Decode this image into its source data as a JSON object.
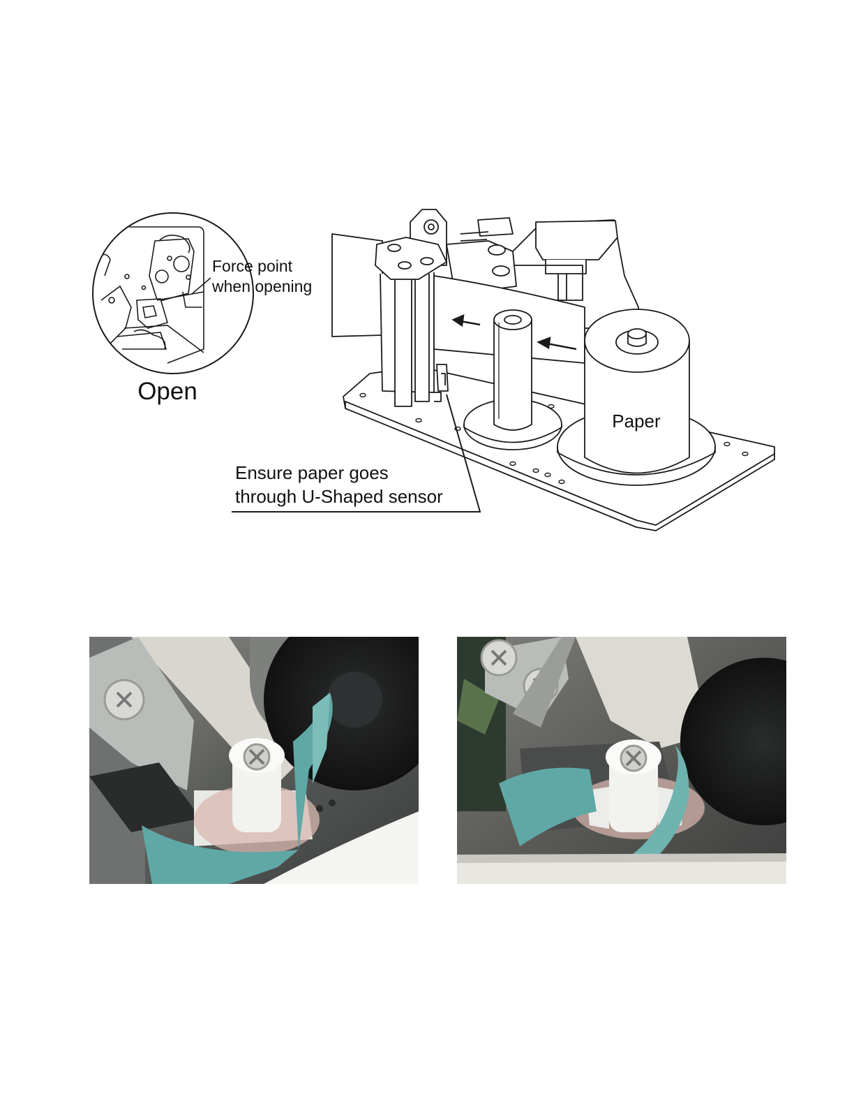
{
  "diagram": {
    "inset_label": "Open",
    "force_point_line1": "Force point",
    "force_point_line2": "when opening",
    "paper_label": "Paper",
    "sensor_note_line1": "Ensure paper goes",
    "sensor_note_line2": "through U-Shaped sensor"
  },
  "colors": {
    "line": "#1a1a1a",
    "paper_photo": "#5fa8a6",
    "metal": "#b9bdb9"
  }
}
